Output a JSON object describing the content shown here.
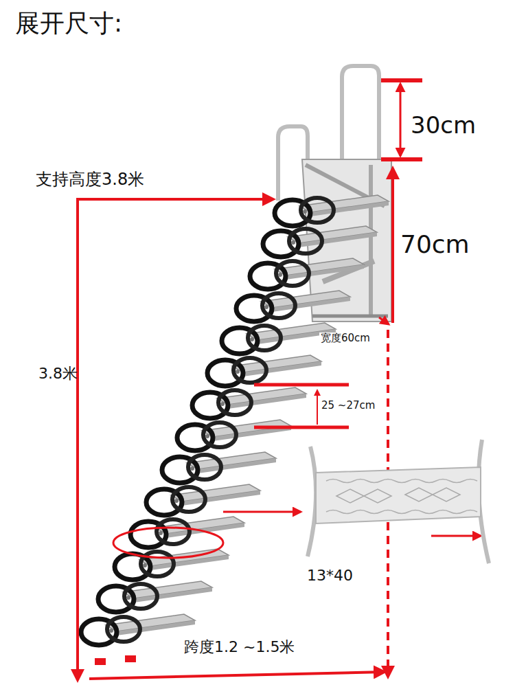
{
  "diagram": {
    "title": "展开尺寸:",
    "labels": [
      "支持高度3.8米",
      "30cm",
      "70cm",
      "宽度60cm",
      "3.8米",
      "25 ~27cm",
      "13*40",
      "跨度1.2 ~1.5米"
    ]
  }
}
